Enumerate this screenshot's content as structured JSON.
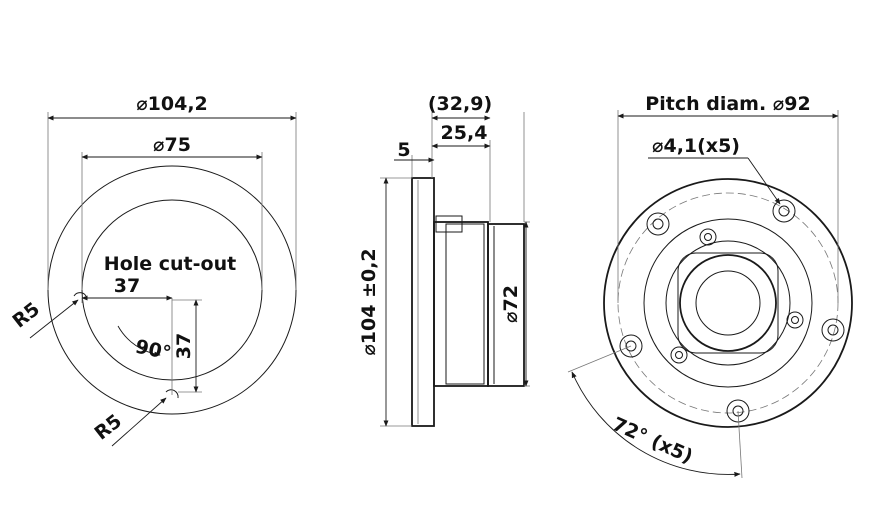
{
  "colors": {
    "line": "#1a1a1a",
    "face": "#ececec",
    "dark": "#bdbdbd"
  },
  "left_view": {
    "outer_diameter": "104,2",
    "inner_diameter": "75",
    "caption": "Hole cut-out",
    "horizontal_dim": "37",
    "vertical_dim": "37",
    "angle": "90",
    "radius_top": "R5",
    "radius_bottom": "R5"
  },
  "side_view": {
    "overall_depth": "32,9",
    "body_depth": "25,4",
    "flange_thickness": "5",
    "flange_diameter": "104 ±0,2",
    "body_diameter": "72"
  },
  "right_view": {
    "pitch_label": "Pitch diam.",
    "pitch_value": "92",
    "hole_label": "4,1(x5)",
    "angle_label": "72",
    "angle_suffix": "(x5)"
  },
  "symbols": {
    "diameter": "⌀",
    "degree": "°"
  }
}
